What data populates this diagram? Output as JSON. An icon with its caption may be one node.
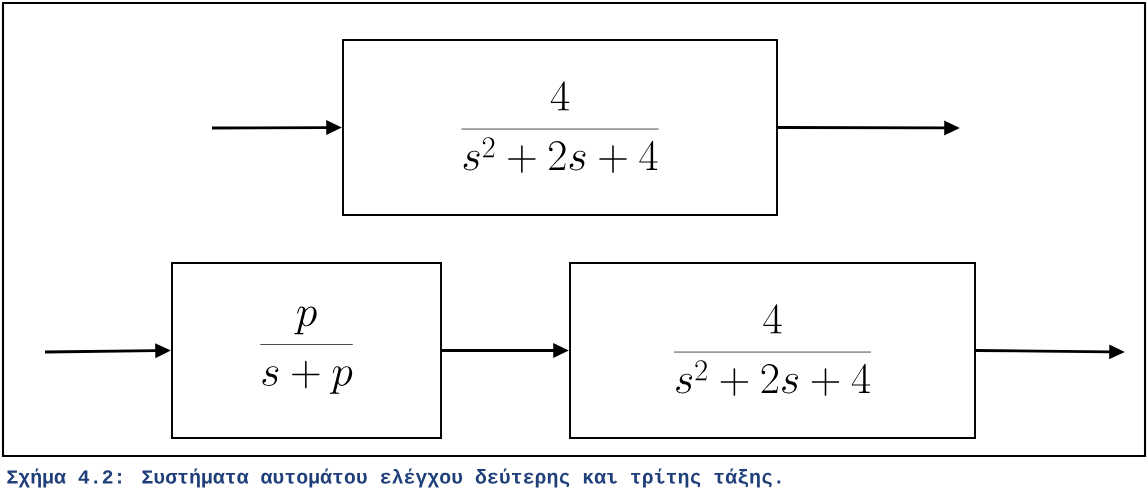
{
  "diagram": {
    "caption": "Σχήμα 4.2: Συστήματα αυτομάτου ελέγχου δεύτερης και τρίτης τάξης.",
    "nodes": [
      {
        "text": [
          "\\frac{4}{s^2 + 2s + 4}"
        ]
      },
      {
        "text": [
          "\\frac{p}{s + p}"
        ]
      },
      {
        "text": [
          "\\frac{4}{s^2 + 2s + 4}"
        ]
      }
    ],
    "edges": [
      {
        "from": null,
        "to": 0,
        "arrow": "to"
      },
      {
        "from": 0,
        "to": null,
        "arrow": "to"
      },
      {
        "from": null,
        "to": 1,
        "arrow": "to"
      },
      {
        "from": 1,
        "to": 2,
        "arrow": "to"
      },
      {
        "from": 2,
        "to": null,
        "arrow": "to"
      }
    ]
  }
}
